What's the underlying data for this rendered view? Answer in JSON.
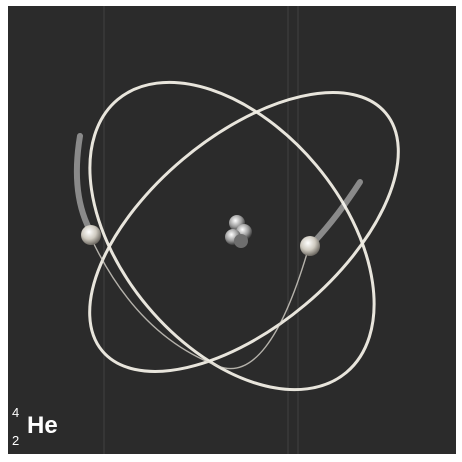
{
  "element": {
    "mass_number": "4",
    "atomic_number": "2",
    "symbol": "He"
  },
  "colors": {
    "background": "#2b2b2b",
    "orbit": "#f2efe6",
    "electron": "#e8e4d8",
    "nucleus": "#cfcfcf"
  },
  "components": {
    "nucleus_icon": "helium-nucleus",
    "electron_icon": "electron-sphere",
    "orbit_icon": "elliptical-orbit"
  }
}
